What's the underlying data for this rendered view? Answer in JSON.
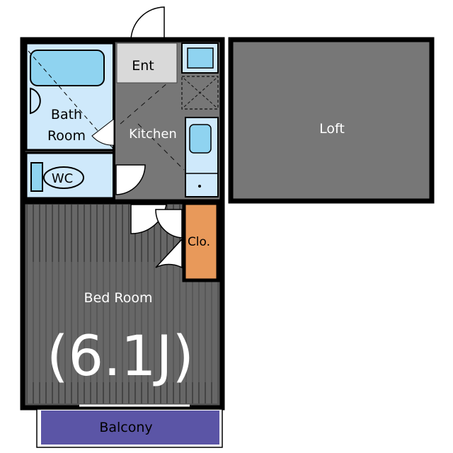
{
  "rooms": {
    "entrance": "Ent",
    "bath_line1": "Bath",
    "bath_line2": "Room",
    "wc": "WC",
    "kitchen": "Kitchen",
    "loft": "Loft",
    "closet": "Clo.",
    "bedroom": "Bed Room",
    "bedroom_size": "(6.1J)",
    "balcony": "Balcony"
  },
  "colors": {
    "wall": "#000000",
    "floor_dark": "#666666",
    "floor_mid": "#777777",
    "bath_fill": "#cfe9fb",
    "fixture_fill": "#8fd3f0",
    "closet": "#e8995a",
    "balcony": "#5b55a6",
    "entrance": "#d9d9d9",
    "text_light": "#ffffff",
    "text_dark": "#000000"
  }
}
